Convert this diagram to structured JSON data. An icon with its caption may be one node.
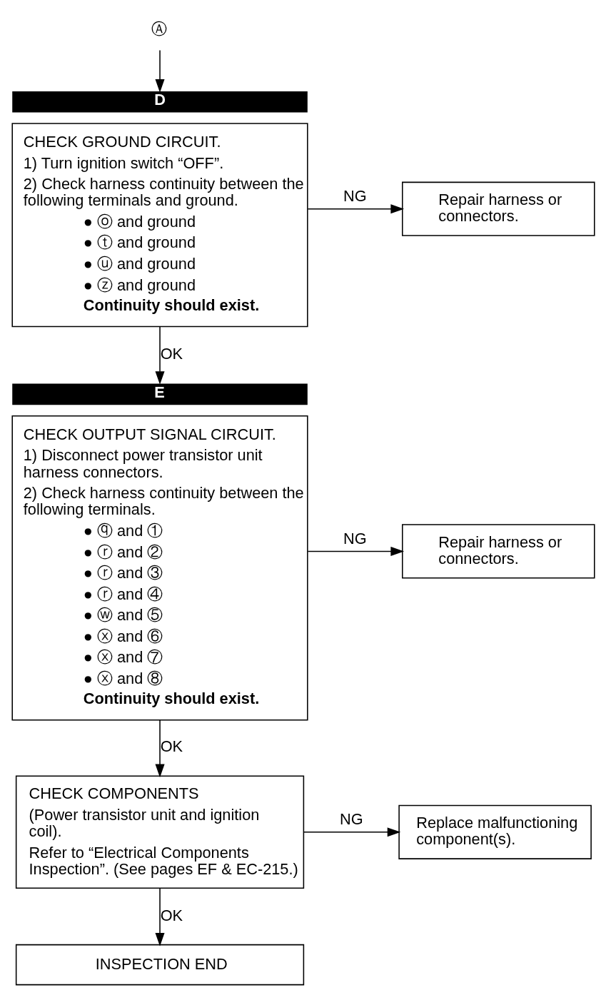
{
  "diagram": {
    "nodes": [
      {
        "text": [
          "Ⓐ"
        ]
      },
      {
        "text": [
          "CHECK GROUND CIRCUIT.",
          "1) Turn ignition switch “OFF”.",
          "2) Check harness continuity between the following terminals and ground.",
          "● ⓞ and ground",
          "● ⓣ and ground",
          "● ⓤ and ground",
          "● ⓩ and ground",
          "Continuity should exist."
        ],
        "beside": [
          "D"
        ]
      },
      {
        "text": [
          "Repair harness or connectors."
        ]
      },
      {
        "text": [
          "CHECK OUTPUT SIGNAL CIRCUIT.",
          "1) Disconnect power transistor unit harness connectors.",
          "2) Check harness continuity between the following terminals.",
          "● ⓠ and ①",
          "● ⓡ and ②",
          "● ⓡ and ③",
          "● ⓡ and ④",
          "● ⓦ and ⑤",
          "● ⓧ and ⑥",
          "● ⓧ and ⑦",
          "● ⓧ and ⑧",
          "Continuity should exist."
        ],
        "beside": [
          "E"
        ]
      },
      {
        "text": [
          "Repair harness or connectors."
        ]
      },
      {
        "text": [
          "CHECK COMPONENTS",
          "(Power transistor unit and ignition coil).",
          "Refer to “Electrical Components Inspection”. (See pages EF & EC-215.)"
        ]
      },
      {
        "text": [
          "Replace malfunctioning component(s)."
        ]
      },
      {
        "text": [
          "INSPECTION END"
        ]
      }
    ],
    "edges": [
      {
        "from": 0,
        "to": 1,
        "arrow": "to"
      },
      {
        "from": 1,
        "to": 2,
        "arrow": "to",
        "label": "NG"
      },
      {
        "from": 1,
        "to": 3,
        "arrow": "to",
        "label": "OK"
      },
      {
        "from": 3,
        "to": 4,
        "arrow": "to",
        "label": "NG"
      },
      {
        "from": 3,
        "to": 5,
        "arrow": "to",
        "label": "OK"
      },
      {
        "from": 5,
        "to": 6,
        "arrow": "to",
        "label": "NG"
      },
      {
        "from": 5,
        "to": 7,
        "arrow": "to",
        "label": "OK"
      }
    ]
  }
}
